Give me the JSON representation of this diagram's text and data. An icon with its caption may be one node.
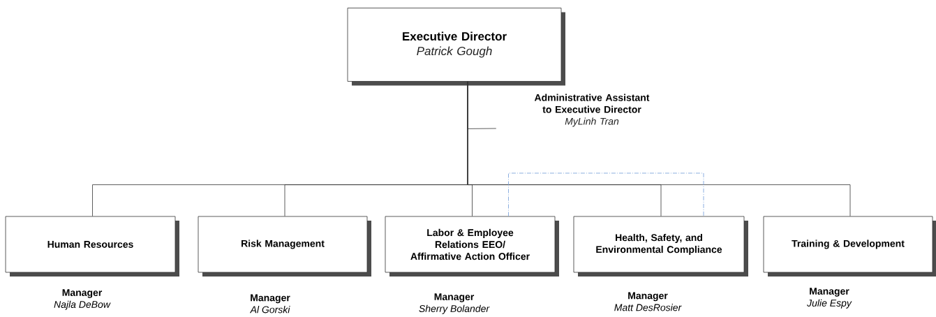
{
  "diagram": {
    "nodes": [
      {
        "text": [
          "Executive Director",
          "Patrick Gough"
        ]
      },
      {
        "text": [
          "Administrative Assistant to Executive Director",
          "MyLinh Tran"
        ]
      },
      {
        "text": [
          "Human Resources"
        ],
        "beside": [
          "Manager",
          "Najla DeBow"
        ]
      },
      {
        "text": [
          "Risk Management"
        ],
        "beside": [
          "Manager",
          "Al Gorski"
        ]
      },
      {
        "text": [
          "Labor & Employee Relations EEO/ Affirmative Action Officer"
        ],
        "beside": [
          "Manager",
          "Sherry Bolander"
        ]
      },
      {
        "text": [
          "Health, Safety, and Environmental Compliance"
        ],
        "beside": [
          "Manager",
          "Matt DesRosier"
        ]
      },
      {
        "text": [
          "Training & Development"
        ],
        "beside": [
          "Manager",
          "Julie Espy"
        ]
      }
    ],
    "edges": [
      {
        "from": 0,
        "to": 1,
        "arrow": "none"
      },
      {
        "from": 0,
        "to": 2,
        "arrow": "none"
      },
      {
        "from": 0,
        "to": 3,
        "arrow": "none"
      },
      {
        "from": 0,
        "to": 4,
        "arrow": "none"
      },
      {
        "from": 0,
        "to": 5,
        "arrow": "none"
      },
      {
        "from": 0,
        "to": 6,
        "arrow": "none"
      },
      {
        "from": 4,
        "to": 5,
        "arrow": "none",
        "style": "dashed",
        "color": "#6f9ad8"
      }
    ]
  }
}
